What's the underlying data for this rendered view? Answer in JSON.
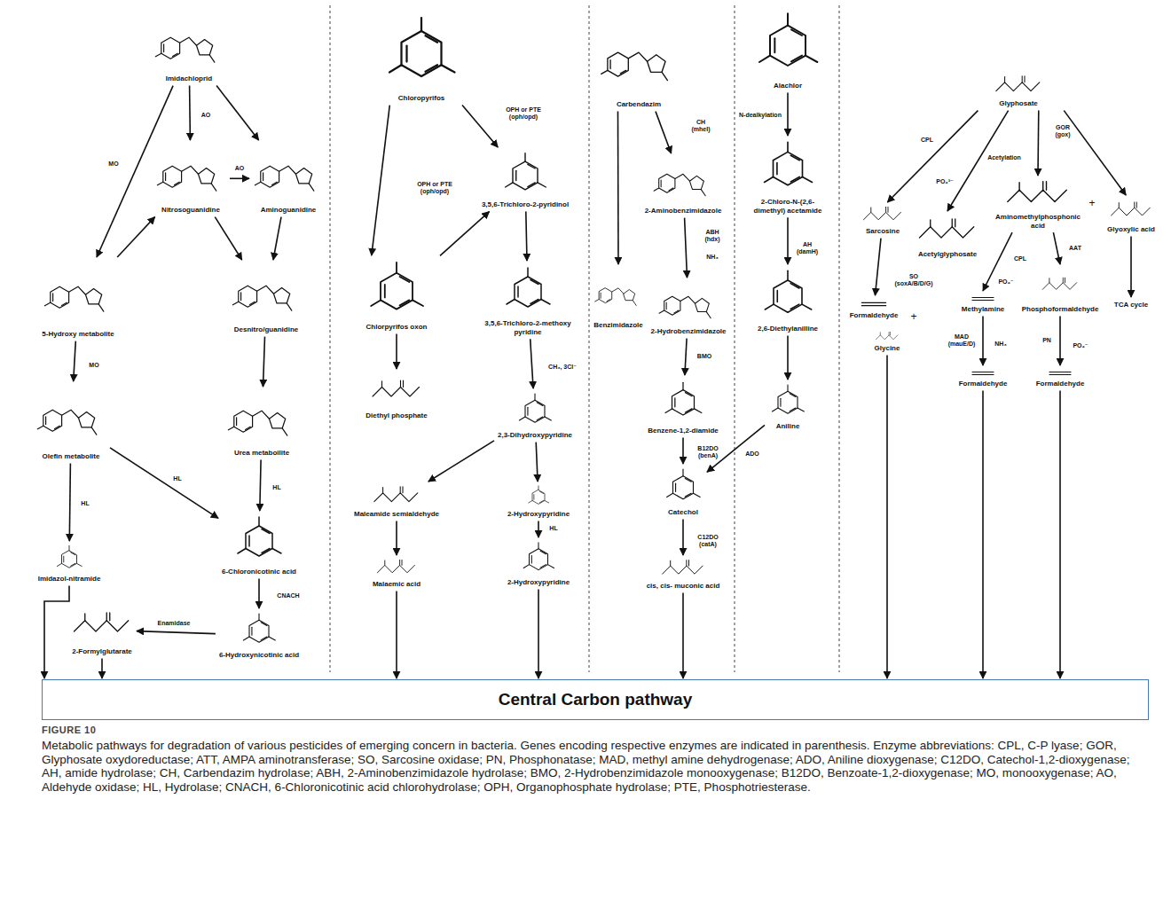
{
  "diagram": {
    "title": "FIGURE 10",
    "caption": "Metabolic pathways for degradation of various pesticides of emerging concern in bacteria. Genes encoding respective enzymes are indicated in parenthesis. Enzyme abbreviations: CPL, C-P lyase; GOR, Glyphosate oxydoreductase; ATT, AMPA aminotransferase; SO, Sarcosine oxidase; PN, Phosphonatase; MAD, methyl amine dehydrogenase; ADO, Aniline dioxygenase; C12DO, Catechol-1,2-dioxygenase; AH, amide hydrolase; CH, Carbendazim hydrolase; ABH, 2-Aminobenzimidazole hydrolase; BMO, 2-Hydrobenzimidazole monooxygenase; B12DO, Benzoate-1,2-dioxygenase; MO, monooxygenase; AO, Aldehyde oxidase; HL, Hydrolase; CNACH, 6-Chloronicotinic acid chlorohydrolase; OPH, Organophosphate hydrolase; PTE, Phosphotriesterase.",
    "nodes": [
      {
        "text": [
          "Imidachloprid"
        ]
      },
      {
        "text": [
          "Nitrosoguanidine"
        ]
      },
      {
        "text": [
          "Aminoguanidine"
        ]
      },
      {
        "text": [
          "5-Hydroxy metabolite"
        ]
      },
      {
        "text": [
          "Desnitro/guanidine"
        ]
      },
      {
        "text": [
          "Olefin metabolite"
        ]
      },
      {
        "text": [
          "Urea metaboilite"
        ]
      },
      {
        "text": [
          "Imidazol-nitramide"
        ]
      },
      {
        "text": [
          "6-Chloronicotinic acid"
        ]
      },
      {
        "text": [
          "6-Hydroxynicotinic acid"
        ]
      },
      {
        "text": [
          "2-Formylglutarate"
        ]
      },
      {
        "text": [
          "Chloropyrifos"
        ]
      },
      {
        "text": [
          "3,5,6-Trichloro-2-pyridinol"
        ]
      },
      {
        "text": [
          "Chlorpyrifos oxon"
        ]
      },
      {
        "text": [
          "3,5,6-Trichloro-2-methoxy pyridine"
        ]
      },
      {
        "text": [
          "Diethyl phosphate"
        ]
      },
      {
        "text": [
          "2,3-Dihydroxypyridine"
        ]
      },
      {
        "text": [
          "Maleamide semialdehyde"
        ]
      },
      {
        "text": [
          "2-Hydroxypyridine"
        ]
      },
      {
        "text": [
          "Malaemic acid"
        ]
      },
      {
        "text": [
          "2-Hydroxypyridine"
        ]
      },
      {
        "text": [
          "Carbendazim"
        ]
      },
      {
        "text": [
          "2-Aminobenzimidazole"
        ]
      },
      {
        "text": [
          "Benzimidazole"
        ]
      },
      {
        "text": [
          "2-Hydrobenzimidazole"
        ]
      },
      {
        "text": [
          "Benzene-1,2-diamide"
        ]
      },
      {
        "text": [
          "Catechol"
        ]
      },
      {
        "text": [
          "cis, cis- muconic acid"
        ]
      },
      {
        "text": [
          "Alachlor"
        ]
      },
      {
        "text": [
          "2-Chloro-N-(2,6-dimethyl) acetamide"
        ]
      },
      {
        "text": [
          "2,6-Diethylanilline"
        ]
      },
      {
        "text": [
          "Aniline"
        ]
      },
      {
        "text": [
          "Glyphosate"
        ]
      },
      {
        "text": [
          "Sarcosine"
        ]
      },
      {
        "text": [
          "Acetylglyphosate"
        ]
      },
      {
        "text": [
          "Aminomethylphosphonic acid"
        ]
      },
      {
        "text": [
          "Glyoxylic acid"
        ]
      },
      {
        "text": [
          "Formaldehyde"
        ]
      },
      {
        "text": [
          "Glycine"
        ]
      },
      {
        "text": [
          "Methylamine"
        ]
      },
      {
        "text": [
          "Phosphoformaldehyde"
        ]
      },
      {
        "text": [
          "TCA cycle"
        ]
      },
      {
        "text": [
          "Formaldehyde"
        ]
      },
      {
        "text": [
          "Formaldehyde"
        ]
      },
      {
        "text": [
          "Central Carbon pathway"
        ]
      }
    ],
    "edges": [
      {
        "from": 0,
        "to": 1,
        "label": "AO",
        "arrow": "to"
      },
      {
        "from": 0,
        "to": 2,
        "arrow": "to"
      },
      {
        "from": 0,
        "to": 3,
        "label": "MO",
        "arrow": "to"
      },
      {
        "from": 1,
        "to": 2,
        "label": "AO",
        "arrow": "to"
      },
      {
        "from": 1,
        "to": 4,
        "arrow": "to"
      },
      {
        "from": 2,
        "to": 4,
        "arrow": "to"
      },
      {
        "from": 3,
        "to": 1,
        "arrow": "to"
      },
      {
        "from": 3,
        "to": 5,
        "label": "MO",
        "arrow": "to"
      },
      {
        "from": 4,
        "to": 6,
        "arrow": "to"
      },
      {
        "from": 5,
        "to": 7,
        "label": "HL",
        "arrow": "to"
      },
      {
        "from": 5,
        "to": 8,
        "label": "HL",
        "arrow": "to"
      },
      {
        "from": 6,
        "to": 8,
        "label": "HL",
        "arrow": "to"
      },
      {
        "from": 8,
        "to": 9,
        "label": "CNACH",
        "arrow": "to"
      },
      {
        "from": 9,
        "to": 10,
        "label": "Enamidase",
        "arrow": "to"
      },
      {
        "from": 10,
        "to": 44,
        "arrow": "to"
      },
      {
        "from": 7,
        "to": 44,
        "arrow": "to"
      },
      {
        "from": 11,
        "to": 12,
        "label": "OPH or PTE (oph/opd)",
        "arrow": "to"
      },
      {
        "from": 11,
        "to": 13,
        "arrow": "to"
      },
      {
        "from": 13,
        "to": 12,
        "label": "OPH or PTE (oph/opd)",
        "arrow": "to"
      },
      {
        "from": 13,
        "to": 15,
        "arrow": "to"
      },
      {
        "from": 12,
        "to": 14,
        "arrow": "to"
      },
      {
        "from": 14,
        "to": 16,
        "label": "CH₃, 3Cl⁻",
        "arrow": "to"
      },
      {
        "from": 16,
        "to": 17,
        "arrow": "to"
      },
      {
        "from": 16,
        "to": 18,
        "arrow": "to"
      },
      {
        "from": 17,
        "to": 19,
        "arrow": "to"
      },
      {
        "from": 18,
        "to": 20,
        "label": "HL",
        "arrow": "to"
      },
      {
        "from": 19,
        "to": 44,
        "arrow": "to"
      },
      {
        "from": 20,
        "to": 44,
        "arrow": "to"
      },
      {
        "from": 21,
        "to": 22,
        "label": "CH (mheI)",
        "arrow": "to"
      },
      {
        "from": 21,
        "to": 23,
        "arrow": "to"
      },
      {
        "from": 22,
        "to": 24,
        "label": "ABH (hdx)",
        "arrow": "to"
      },
      {
        "from": 24,
        "to": 25,
        "label": "BMO",
        "arrow": "to"
      },
      {
        "from": 25,
        "to": 26,
        "label": "B12DO (benA)",
        "arrow": "to"
      },
      {
        "from": 26,
        "to": 27,
        "label": "C12DO (catA)",
        "arrow": "to"
      },
      {
        "from": 27,
        "to": 44,
        "arrow": "to"
      },
      {
        "from": 28,
        "to": 29,
        "label": "N-dealkylation",
        "arrow": "to"
      },
      {
        "from": 29,
        "to": 30,
        "label": "AH (damH)",
        "arrow": "to"
      },
      {
        "from": 30,
        "to": 31,
        "arrow": "to"
      },
      {
        "from": 31,
        "to": 26,
        "label": "ADO",
        "arrow": "to"
      },
      {
        "from": 32,
        "to": 33,
        "label": "CPL",
        "arrow": "to"
      },
      {
        "from": 32,
        "to": 34,
        "label": "Acetylation",
        "arrow": "to"
      },
      {
        "from": 32,
        "to": 35,
        "label": "GOR (gox)",
        "arrow": "to"
      },
      {
        "from": 32,
        "to": 36,
        "arrow": "to"
      },
      {
        "from": 33,
        "to": 37,
        "label": "SO (soxA/B/D/G)",
        "arrow": "to"
      },
      {
        "from": 38,
        "to": 44,
        "arrow": "to"
      },
      {
        "from": 35,
        "to": 39,
        "label": "CPL",
        "arrow": "to"
      },
      {
        "from": 35,
        "to": 40,
        "label": "AAT",
        "arrow": "to"
      },
      {
        "from": 36,
        "to": 41,
        "arrow": "to"
      },
      {
        "from": 39,
        "to": 42,
        "label": "MAD (mauE/D)",
        "arrow": "to"
      },
      {
        "from": 40,
        "to": 43,
        "label": "PN",
        "arrow": "to"
      },
      {
        "from": 42,
        "to": 44,
        "arrow": "to"
      },
      {
        "from": 43,
        "to": 44,
        "arrow": "to"
      }
    ],
    "labels": [
      "NH₃",
      "PO₄³⁻",
      "+",
      "+",
      "PO₄⁻",
      "NH₃",
      "PO₄⁻"
    ]
  }
}
